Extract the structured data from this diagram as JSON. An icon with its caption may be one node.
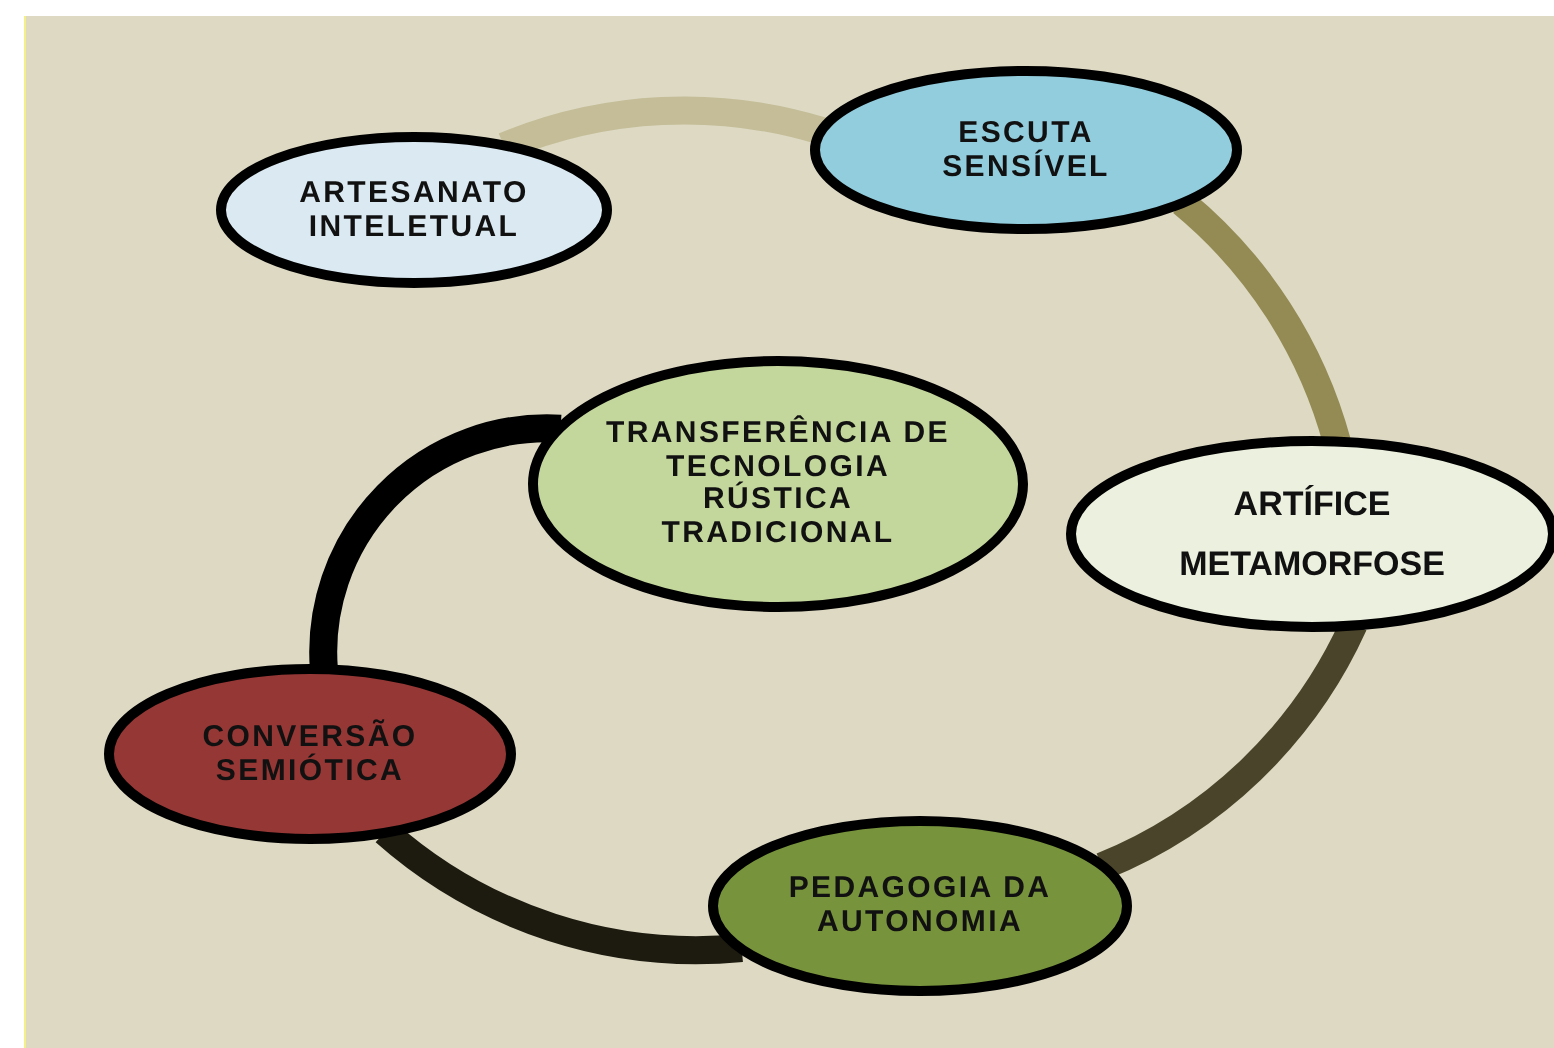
{
  "diagram": {
    "nodes": [
      {
        "text": [
          "ARTESANATO INTELETUAL"
        ]
      },
      {
        "text": [
          "ESCUTA SENSÍVEL"
        ]
      },
      {
        "text": [
          "TRANSFERÊNCIA DE TECNOLOGIA RÚSTICA TRADICIONAL"
        ]
      },
      {
        "text": [
          "ARTÍFICE METAMORFOSE"
        ]
      },
      {
        "text": [
          "CONVERSÃO SEMIÓTICA"
        ]
      },
      {
        "text": [
          "PEDAGOGIA DA AUTONOMIA"
        ]
      }
    ],
    "edges": [
      {
        "from": 0,
        "to": 1,
        "arrow": "none",
        "color": "#c4bd97"
      },
      {
        "from": 1,
        "to": 3,
        "arrow": "none",
        "color": "#948a54"
      },
      {
        "from": 3,
        "to": 5,
        "arrow": "none",
        "color": "#4a452a"
      },
      {
        "from": 5,
        "to": 4,
        "arrow": "none",
        "color": "#1d1b10"
      },
      {
        "from": 4,
        "to": 2,
        "arrow": "none",
        "color": "#000000"
      }
    ]
  }
}
